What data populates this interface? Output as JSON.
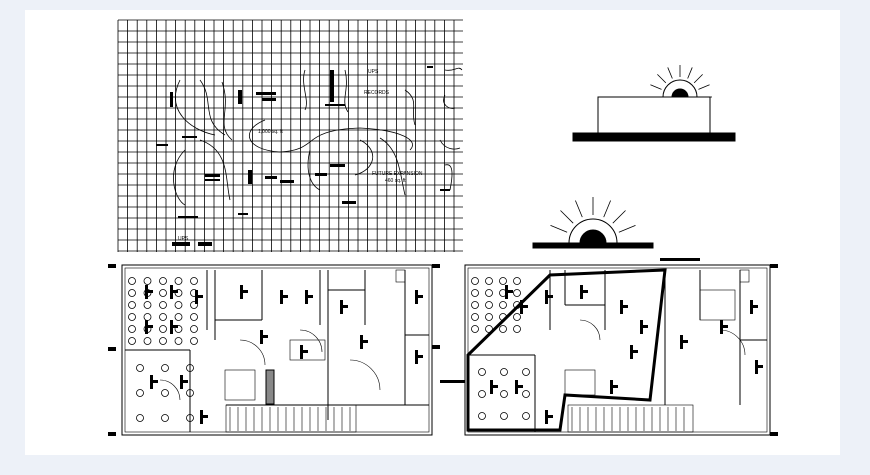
{
  "drawing": {
    "bubble_diagram": {
      "labels": {
        "ups_top": "UPS",
        "records": "RECORDS",
        "area_main": "1,000 sq. ft",
        "future_expansion": "FUTURE EXPANSION",
        "future_area": "460 sq. ft",
        "ups_bottom": "UPS"
      }
    },
    "sun_diagrams": [
      "sun-elevation",
      "sun-plan"
    ],
    "floor_plans": [
      "furniture-layout-plan",
      "circulation-layout-plan"
    ],
    "colors": {
      "background": "#edf1f8",
      "sheet": "#ffffff",
      "ink": "#000000"
    }
  }
}
